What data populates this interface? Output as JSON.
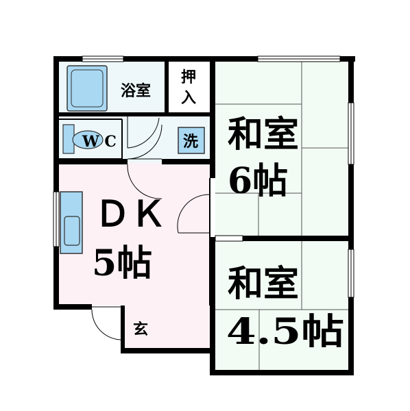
{
  "rooms": {
    "bath": {
      "label": "浴室"
    },
    "closet": {
      "label_line1": "押",
      "label_line2": "入"
    },
    "wc": {
      "label": "W C"
    },
    "washer": {
      "label": "洗"
    },
    "washitsu6": {
      "label_line1": "和室",
      "label_line2": "6帖"
    },
    "dk": {
      "label_line1": "ＤＫ",
      "label_line2": "5帖"
    },
    "washitsu45": {
      "label_line1": "和室",
      "label_line2": "4.5帖"
    },
    "entrance": {
      "label": "玄"
    }
  },
  "colors": {
    "wall": "#000000",
    "tatami_room": "#f2fbf4",
    "dk_floor": "#fdf1f6",
    "wet_area": "#eef8fb",
    "fixture_blue": "#a9d8f2",
    "tatami_line": "#555555"
  }
}
